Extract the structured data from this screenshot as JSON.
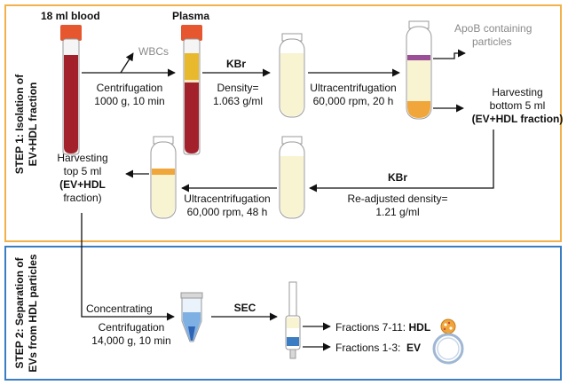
{
  "step1": {
    "label_line1": "STEP 1: Isolation of",
    "label_line2": "EV+HDL fraction",
    "blood_label": "18 ml blood",
    "plasma_label": "Plasma",
    "wbcs_label": "WBCs",
    "centrifugation_1": "Centrifugation",
    "centrifugation_1_params": "1000 g, 10 min",
    "kbr_1": "KBr",
    "density_1a": "Density=",
    "density_1b": "1.063 g/ml",
    "ultracentrifugation_1": "Ultracentrifugation",
    "ultracentrifugation_1_params": "60,000 rpm, 20 h",
    "apob_line1": "ApoB containing",
    "apob_line2": "particles",
    "harvest_bottom_1": "Harvesting",
    "harvest_bottom_2": "bottom 5 ml",
    "harvest_bottom_3": "(EV+HDL fraction)",
    "kbr_2": "KBr",
    "readjust_1": "Re-adjusted density=",
    "readjust_2": "1.21 g/ml",
    "ultracentrifugation_2": "Ultracentrifugation",
    "ultracentrifugation_2_params": "60,000 rpm, 48 h",
    "harvest_top_1": "Harvesting",
    "harvest_top_2": "top 5 ml",
    "harvest_top_3": "(EV+HDL",
    "harvest_top_4": "fraction)"
  },
  "step2": {
    "label_line1": "STEP 2: Separation of",
    "label_line2": "EVs from HDL particles",
    "concentrating": "Concentrating",
    "centrifugation": "Centrifugation",
    "centrifugation_params": "14,000 g, 10 min",
    "sec": "SEC",
    "fractions_hdl_prefix": "Fractions 7-11: ",
    "fractions_hdl_bold": "HDL",
    "fractions_ev_prefix": "Fractions 1-3:  ",
    "fractions_ev_bold": "EV"
  },
  "colors": {
    "step1_border": "#f2b14a",
    "step2_border": "#3b7dc2",
    "blood": "#a3212a",
    "plasma": "#e8b92c",
    "cap": "#e6562f",
    "tube_fluid": "#f8f3d0",
    "purple_band": "#9b4f96",
    "orange_band": "#f0a63a"
  }
}
